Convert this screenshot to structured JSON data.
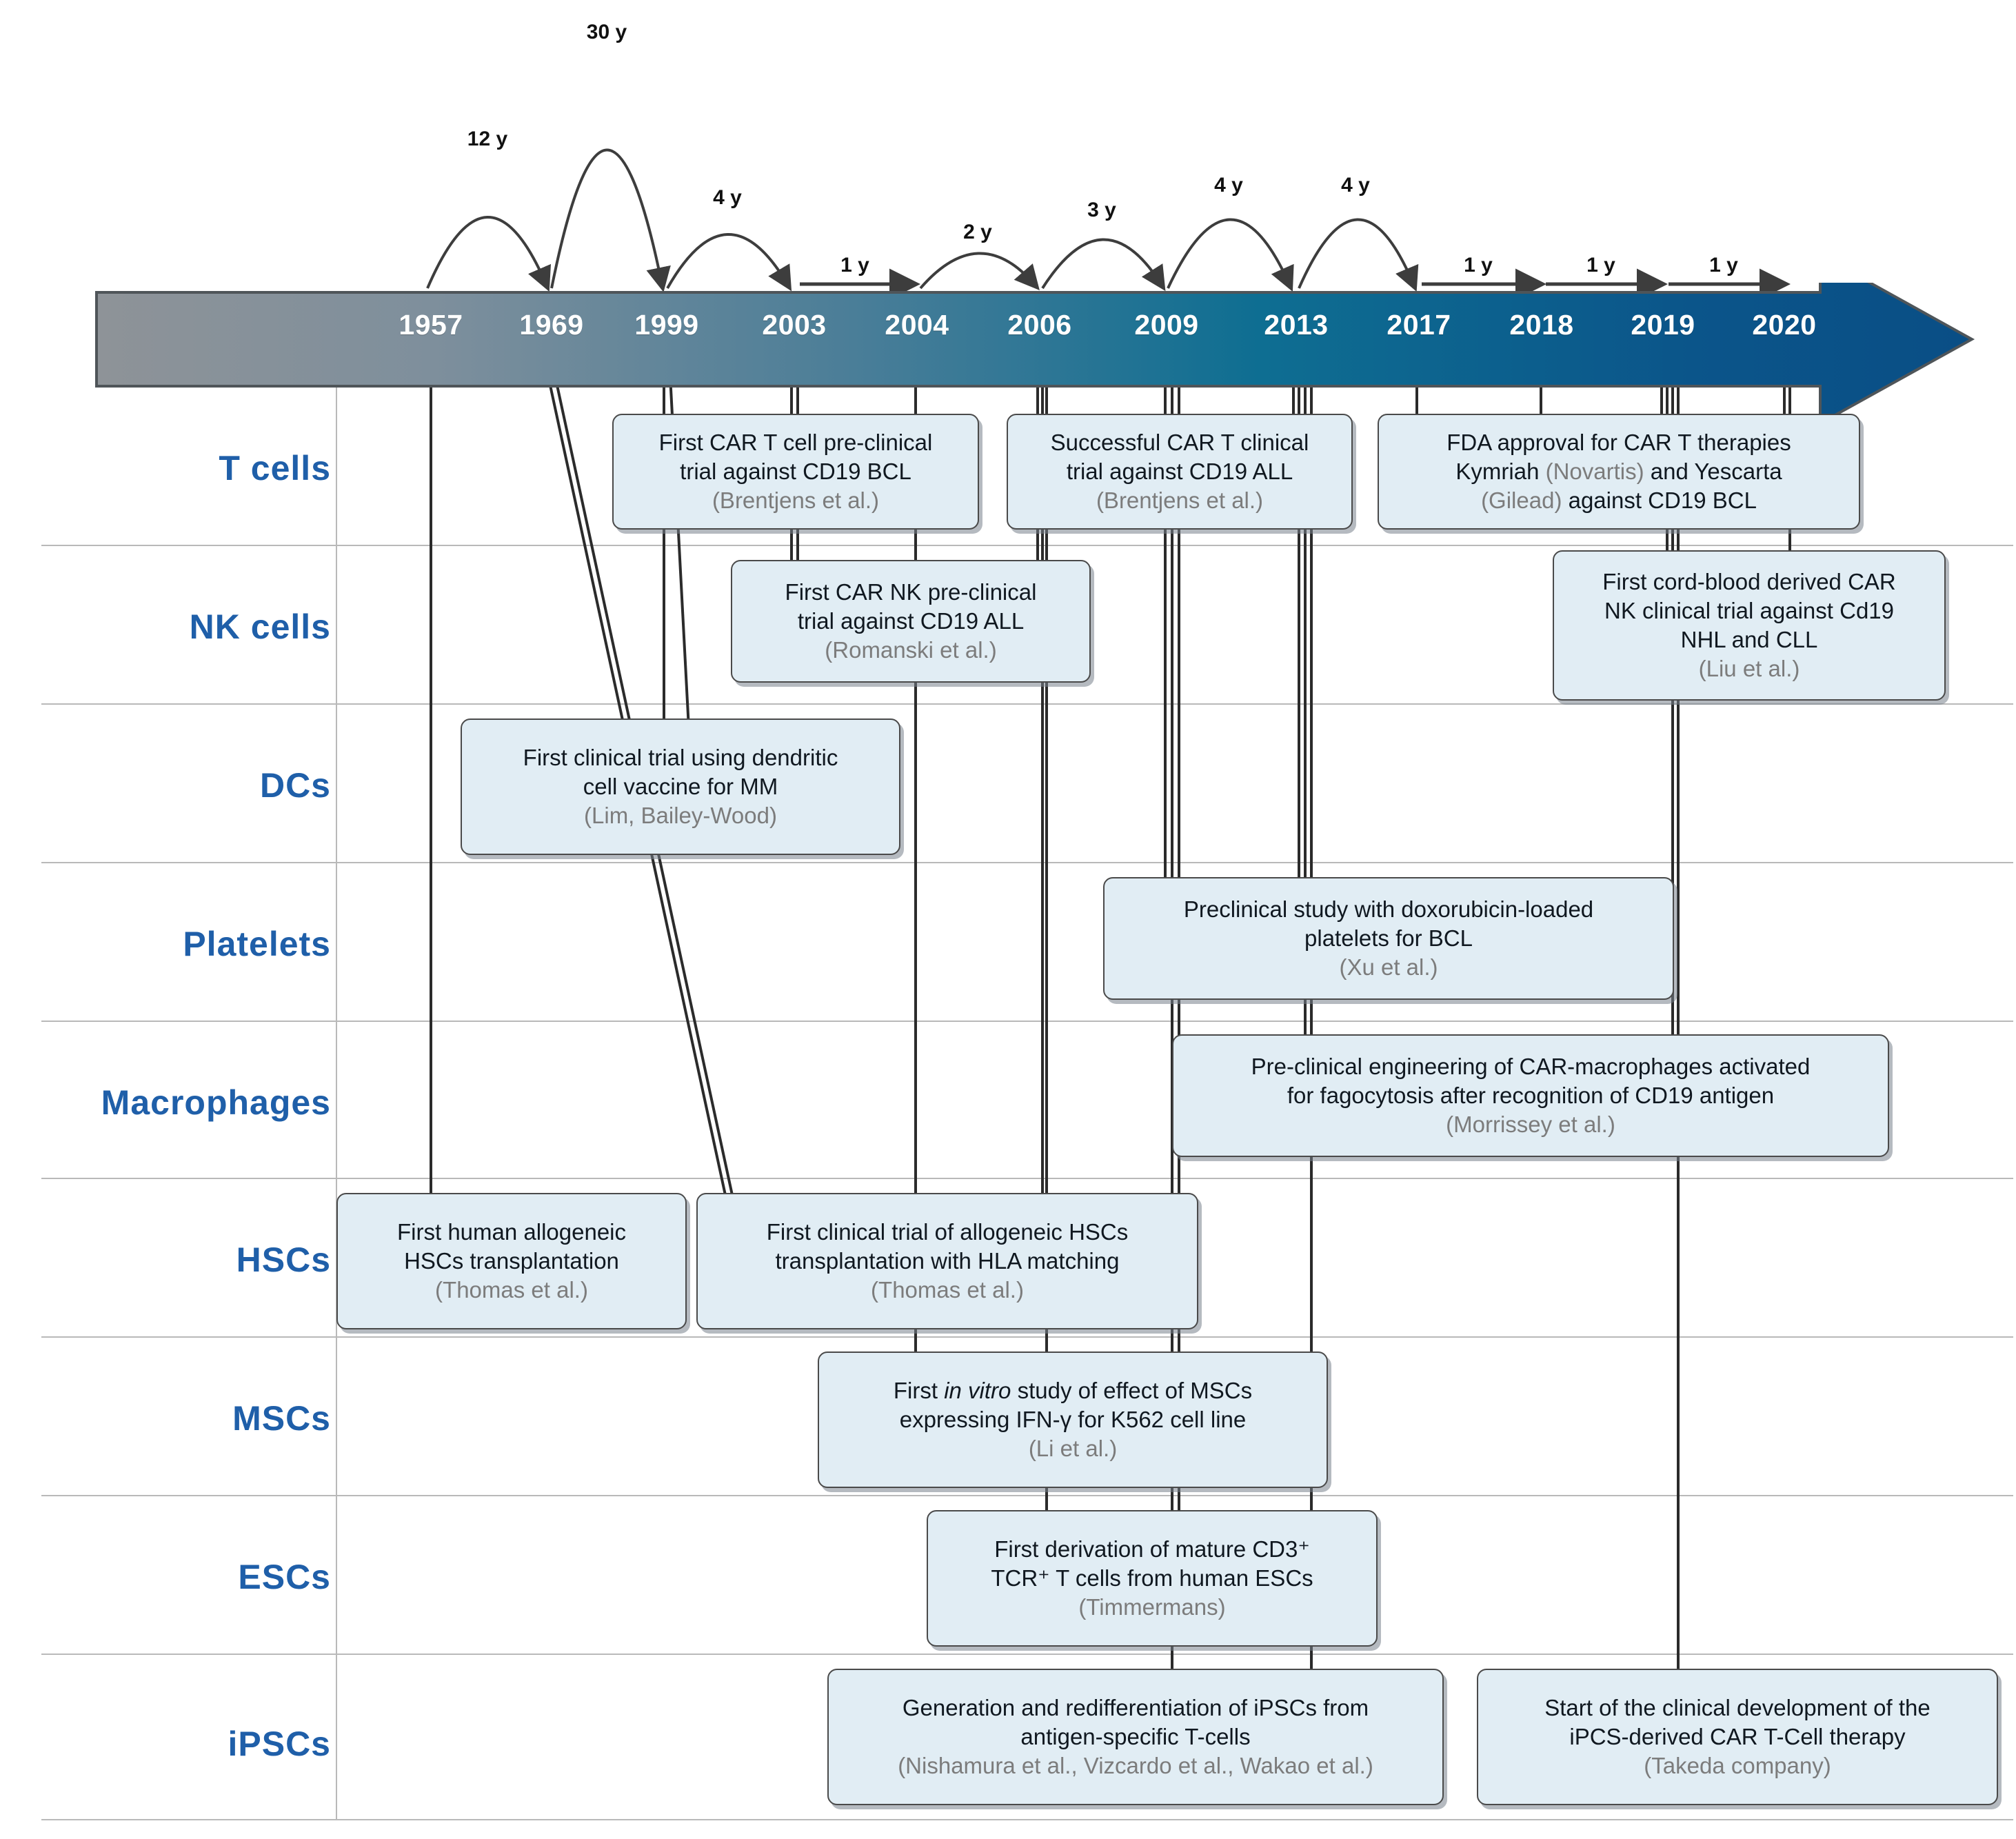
{
  "chart_data": {
    "type": "timeline",
    "title": "Timeline of cell-therapy milestones by cell type",
    "axis_years": [
      "1957",
      "1969",
      "1999",
      "2003",
      "2004",
      "2006",
      "2009",
      "2013",
      "2017",
      "2018",
      "2019",
      "2020"
    ],
    "gaps": [
      {
        "label": "12 y",
        "from": "1957",
        "to": "1969",
        "style": "arc"
      },
      {
        "label": "30 y",
        "from": "1969",
        "to": "1999",
        "style": "arc"
      },
      {
        "label": "4 y",
        "from": "1999",
        "to": "2003",
        "style": "arc"
      },
      {
        "label": "1 y",
        "from": "2003",
        "to": "2004",
        "style": "arrow"
      },
      {
        "label": "2 y",
        "from": "2004",
        "to": "2006",
        "style": "arc"
      },
      {
        "label": "3 y",
        "from": "2006",
        "to": "2009",
        "style": "arc"
      },
      {
        "label": "4 y",
        "from": "2009",
        "to": "2013",
        "style": "arc"
      },
      {
        "label": "4 y",
        "from": "2013",
        "to": "2017",
        "style": "arc"
      },
      {
        "label": "1 y",
        "from": "2017",
        "to": "2018",
        "style": "arrow"
      },
      {
        "label": "1 y",
        "from": "2018",
        "to": "2019",
        "style": "arrow"
      },
      {
        "label": "1 y",
        "from": "2019",
        "to": "2020",
        "style": "arrow"
      }
    ],
    "rows": [
      "T cells",
      "NK cells",
      "DCs",
      "Platelets",
      "Macrophages",
      "HSCs",
      "MSCs",
      "ESCs",
      "iPSCs"
    ],
    "events": [
      {
        "row": "T cells",
        "years": [
          "1999",
          "2003"
        ],
        "title": "First CAR T cell pre-clinical trial against CD19 BCL",
        "source": "(Brentjens et al.)"
      },
      {
        "row": "T cells",
        "years": [
          "2006",
          "2013"
        ],
        "title": "Successful CAR T clinical trial against CD19 ALL",
        "source": "(Brentjens et al.)"
      },
      {
        "row": "T cells",
        "years": [
          "2017",
          "2020"
        ],
        "title": "FDA approval for CAR T therapies Kymriah (Novartis) and Yescarta (Gilead) against CD19 BCL",
        "source": ""
      },
      {
        "row": "NK cells",
        "years": [
          "2003",
          "2006"
        ],
        "title": "First CAR NK pre-clinical trial against CD19 ALL",
        "source": "(Romanski et al.)"
      },
      {
        "row": "NK cells",
        "years": [
          "2019",
          "2020"
        ],
        "title": "First cord-blood derived CAR NK clinical trial against Cd19 NHL and CLL",
        "source": "(Liu et al.)"
      },
      {
        "row": "DCs",
        "years": [
          "1999"
        ],
        "title": "First clinical trial using dendritic cell vaccine for MM",
        "source": "(Lim, Bailey-Wood)"
      },
      {
        "row": "Platelets",
        "years": [
          "2009",
          "2013"
        ],
        "title": "Preclinical study with doxorubicin-loaded platelets for BCL",
        "source": "(Xu et al.)"
      },
      {
        "row": "Macrophages",
        "years": [
          "2013",
          "2019"
        ],
        "title": "Pre-clinical engineering of CAR-macrophages activated for fagocytosis after recognition of CD19 antigen",
        "source": "(Morrissey et al.)"
      },
      {
        "row": "HSCs",
        "years": [
          "1957"
        ],
        "title": "First human allogeneic HSCs transplantation",
        "source": "(Thomas et al.)"
      },
      {
        "row": "HSCs",
        "years": [
          "1969",
          "2006"
        ],
        "title": "First clinical trial of allogeneic HSCs transplantation with HLA matching",
        "source": "(Thomas et al.)"
      },
      {
        "row": "MSCs",
        "years": [
          "2004",
          "2009"
        ],
        "title": "First In vitro study of effect of MSCs expressing IFN-γ for K562 cell line",
        "source": "(Li et al.)"
      },
      {
        "row": "ESCs",
        "years": [
          "2006",
          "2009"
        ],
        "title": "First derivation of mature CD3+ TCR+ T cells from human ESCs",
        "source": "(Timmermans)"
      },
      {
        "row": "iPSCs",
        "years": [
          "2009",
          "2013"
        ],
        "title": "Generation and redifferentiation of iPSCs from antigen-specific T-cells",
        "source": "(Nishamura et al., Vizcardo et al., Wakao et al.)"
      },
      {
        "row": "iPSCs",
        "years": [
          "2019"
        ],
        "title": "Start of the clinical development of the iPCS-derived CAR T-Cell therapy",
        "source": "(Takeda company)"
      }
    ]
  },
  "timeline": {
    "years": [
      {
        "label": "1957"
      },
      {
        "label": "1969"
      },
      {
        "label": "1999"
      },
      {
        "label": "2003"
      },
      {
        "label": "2004"
      },
      {
        "label": "2006"
      },
      {
        "label": "2009"
      },
      {
        "label": "2013"
      },
      {
        "label": "2017"
      },
      {
        "label": "2018"
      },
      {
        "label": "2019"
      },
      {
        "label": "2020"
      }
    ],
    "gap_labels": [
      {
        "label": "12 y"
      },
      {
        "label": "30 y"
      },
      {
        "label": "4 y"
      },
      {
        "label": "1 y"
      },
      {
        "label": "2 y"
      },
      {
        "label": "3 y"
      },
      {
        "label": "4 y"
      },
      {
        "label": "4 y"
      },
      {
        "label": "1 y"
      },
      {
        "label": "1 y"
      },
      {
        "label": "1 y"
      }
    ],
    "bar_color_start": "#8e9398",
    "bar_color_end": "#0b5286"
  },
  "rows": [
    {
      "label": "T cells"
    },
    {
      "label": "NK cells"
    },
    {
      "label": "DCs"
    },
    {
      "label": "Platelets"
    },
    {
      "label": "Macrophages"
    },
    {
      "label": "HSCs"
    },
    {
      "label": "MSCs"
    },
    {
      "label": "ESCs"
    },
    {
      "label": "iPSCs"
    }
  ],
  "events": [
    {
      "id": "car-t-preclinical-cd19-bcl",
      "line1": "First CAR T cell pre-clinical",
      "line2": "trial against CD19 BCL",
      "source": "(Brentjens et al.)"
    },
    {
      "id": "car-t-clinical-cd19-all",
      "line1": "Successful CAR T clinical",
      "line2": "trial against CD19 ALL",
      "source": "(Brentjens et al.)"
    },
    {
      "id": "fda-approval-car-t",
      "line1": "FDA approval for CAR T therapies",
      "line2a": "Kymriah ",
      "line2b": "(Novartis)",
      "line2c": " and Yescarta",
      "line3a": "(Gilead)",
      "line3b": " against CD19 BCL",
      "source": ""
    },
    {
      "id": "car-nk-preclinical-cd19-all",
      "line1": "First CAR NK pre-clinical",
      "line2": "trial against CD19 ALL",
      "source": "(Romanski et al.)"
    },
    {
      "id": "cord-blood-car-nk",
      "line1": "First cord-blood derived CAR",
      "line2": "NK clinical trial against Cd19",
      "line3": "NHL and CLL",
      "source": "(Liu et al.)"
    },
    {
      "id": "dendritic-cell-vaccine-mm",
      "line1": "First clinical trial using dendritic",
      "line2": "cell vaccine for MM",
      "source": "(Lim, Bailey-Wood)"
    },
    {
      "id": "doxorubicin-platelets-bcl",
      "line1": "Preclinical study with doxorubicin-loaded",
      "line2": "platelets for BCL",
      "source": "(Xu et al.)"
    },
    {
      "id": "car-macrophages-fagocytosis",
      "line1": "Pre-clinical engineering of CAR-macrophages activated",
      "line2": "for fagocytosis after recognition of CD19 antigen",
      "source": "(Morrissey et al.)"
    },
    {
      "id": "first-human-allogeneic-hsc",
      "line1": "First human allogeneic",
      "line2": "HSCs transplantation",
      "source": "(Thomas et al.)"
    },
    {
      "id": "allogeneic-hsc-hla-matching",
      "line1": "First clinical trial of allogeneic HSCs",
      "line2": "transplantation with HLA matching",
      "source": "(Thomas et al.)"
    },
    {
      "id": "msc-ifn-gamma-k562",
      "line1a": "First ",
      "line1b": "in vitro",
      "line1c": " study of effect of MSCs",
      "line2": "expressing IFN-γ for K562 cell line",
      "source": "(Li et al.)"
    },
    {
      "id": "cd3-tcr-t-cells-from-escs",
      "line1": "First derivation of mature CD3⁺",
      "line2": "TCR⁺ T cells from human ESCs",
      "source": "(Timmermans)"
    },
    {
      "id": "ipsc-redifferentiation-t-cells",
      "line1": "Generation and redifferentiation of iPSCs from",
      "line2": "antigen-specific T-cells",
      "source": "(Nishamura et al., Vizcardo et al., Wakao et al.)"
    },
    {
      "id": "takeda-ipsc-car-t",
      "line1": "Start of the clinical development of the",
      "line2": "iPCS-derived CAR T-Cell therapy",
      "source": "(Takeda company)"
    }
  ]
}
